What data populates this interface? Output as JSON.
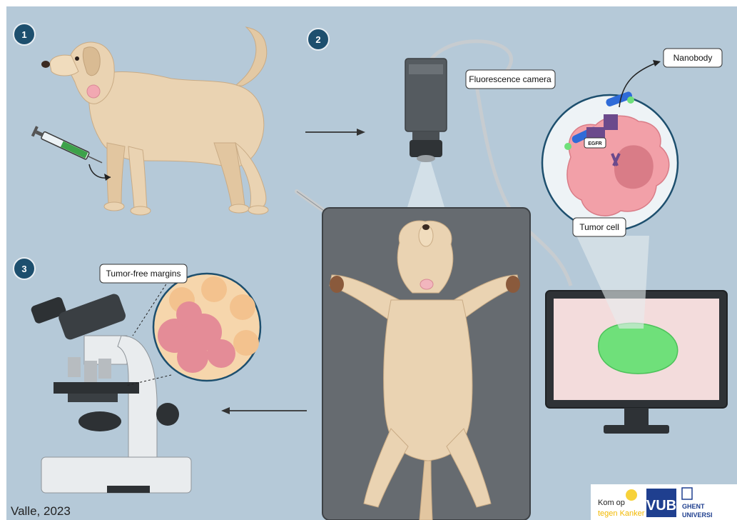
{
  "steps": [
    "1",
    "2",
    "3"
  ],
  "labels": {
    "fluorescence_camera": "Fluorescence camera",
    "nanobody": "Nanobody",
    "egfr": "EGFR",
    "tumor_cell": "Tumor cell",
    "tumor_free_margins": "Tumor-free margins"
  },
  "credit": "Valle, 2023",
  "logos": {
    "kom_op_line1": "Kom op",
    "kom_op_line2": "tegen Kanker",
    "vub": "VUB",
    "ghent_line1": "GHENT",
    "ghent_line2": "UNIVERSI"
  },
  "colors": {
    "background": "#b5c9d8",
    "step_badge": "#1d4f6e",
    "fluorescence": "#6fe07a",
    "tumor": "#f2a0a8"
  }
}
